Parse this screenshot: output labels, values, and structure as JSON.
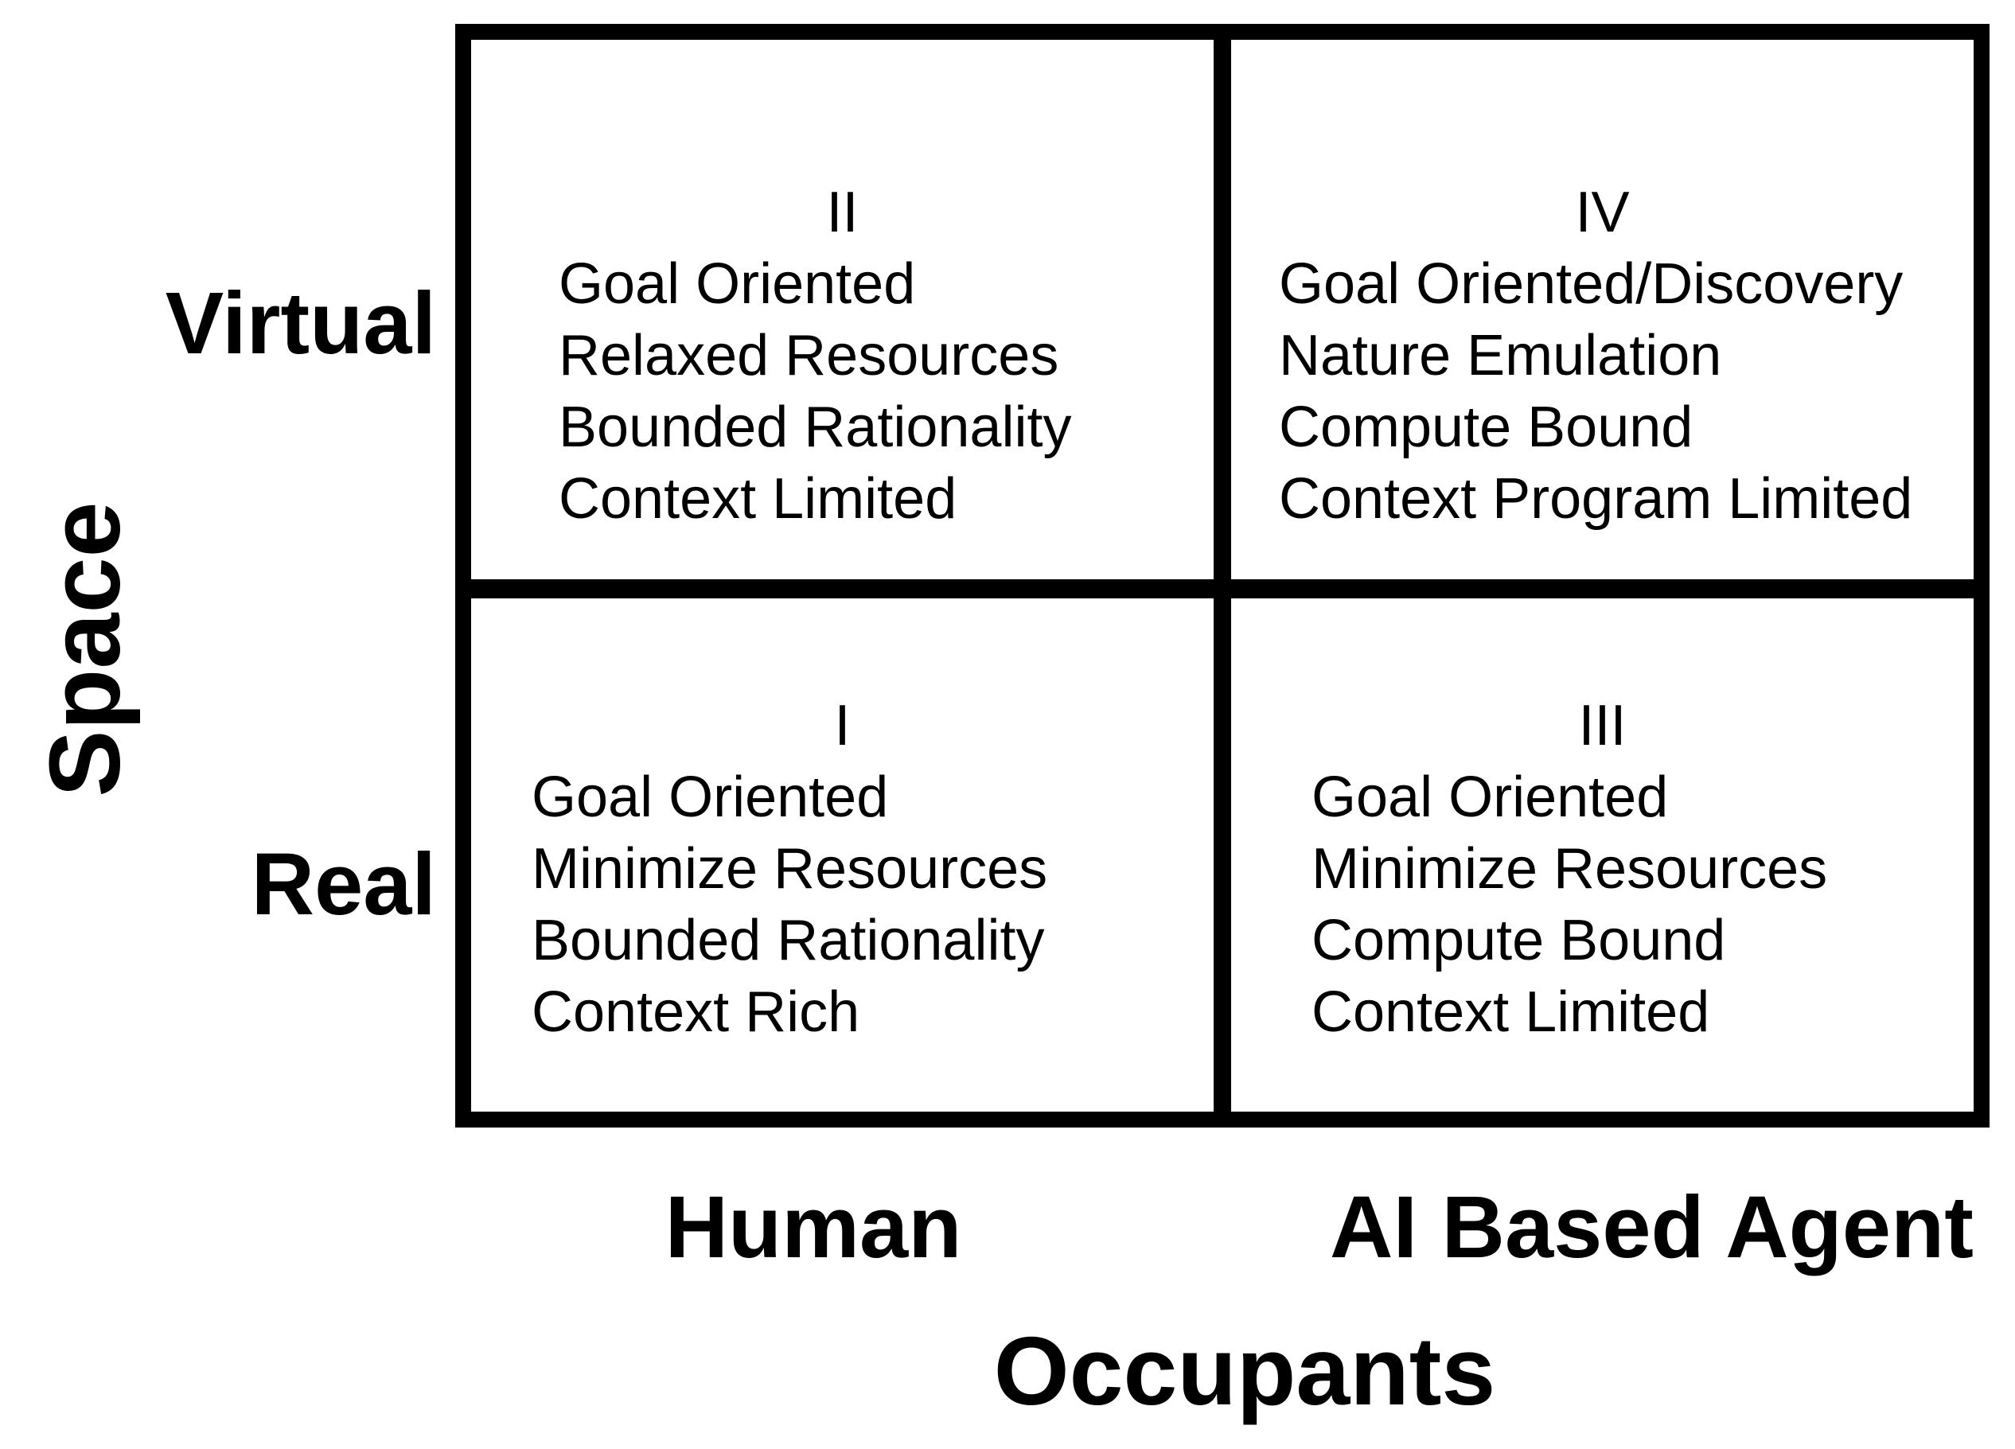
{
  "diagram": {
    "colors": {
      "foreground": "#000000",
      "background": "#ffffff"
    },
    "y_axis": {
      "title": "Space",
      "top_label": "Virtual",
      "bottom_label": "Real"
    },
    "x_axis": {
      "title": "Occupants",
      "left_label": "Human",
      "right_label": "AI Based Agent"
    },
    "quadrants": {
      "top_left": {
        "numeral": "II",
        "items": [
          "Goal Oriented",
          "Relaxed Resources",
          "Bounded Rationality",
          "Context Limited"
        ]
      },
      "top_right": {
        "numeral": "IV",
        "items": [
          "Goal Oriented/Discovery",
          "Nature Emulation",
          "Compute Bound",
          "Context Program Limited"
        ]
      },
      "bottom_left": {
        "numeral": "I",
        "items": [
          "Goal Oriented",
          "Minimize Resources",
          "Bounded Rationality",
          "Context Rich"
        ]
      },
      "bottom_right": {
        "numeral": "III",
        "items": [
          "Goal Oriented",
          "Minimize Resources",
          "Compute Bound",
          "Context Limited"
        ]
      }
    }
  }
}
